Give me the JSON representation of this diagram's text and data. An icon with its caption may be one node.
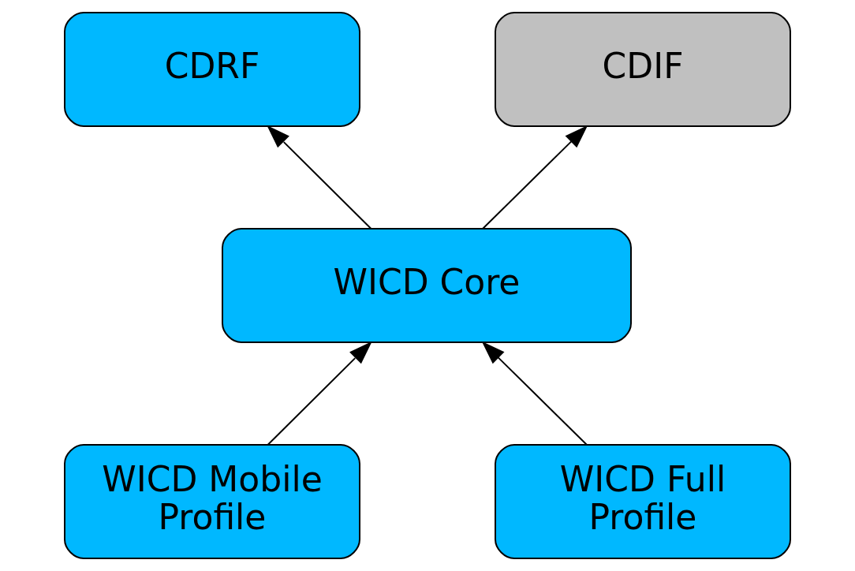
{
  "diagram": {
    "nodes": [
      {
        "text": [
          "CDRF"
        ]
      },
      {
        "text": [
          "CDIF"
        ]
      },
      {
        "text": [
          "WICD Core"
        ]
      },
      {
        "text": [
          "WICD Mobile Profile"
        ]
      },
      {
        "text": [
          "WICD Full Profile"
        ]
      }
    ],
    "edges": [
      {
        "from": 2,
        "to": 0,
        "arrow": "to"
      },
      {
        "from": 2,
        "to": 1,
        "arrow": "to"
      },
      {
        "from": 3,
        "to": 2,
        "arrow": "to"
      },
      {
        "from": 4,
        "to": 2,
        "arrow": "to"
      }
    ]
  }
}
